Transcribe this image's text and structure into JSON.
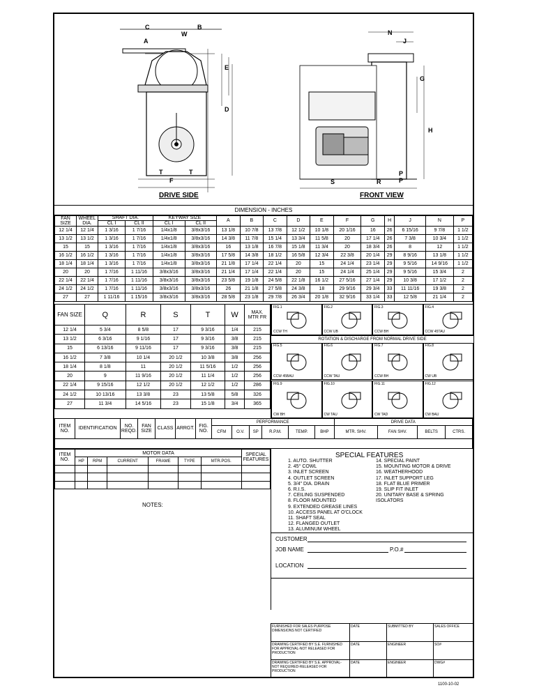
{
  "views": {
    "drive_side": "DRIVE SIDE",
    "front_view": "FRONT VIEW",
    "drive_letters": [
      "C",
      "B",
      "W",
      "A",
      "E",
      "D",
      "T",
      "T",
      "F"
    ],
    "front_letters": [
      "N",
      "J",
      "G",
      "H",
      "S",
      "R",
      "P",
      "P"
    ]
  },
  "dim_table": {
    "title": "DIMENSION - INCHES",
    "headers": {
      "fan_size": "FAN SIZE",
      "wheel_dia": "WHEEL DIA.",
      "shaft_dia": "SHAFT DIA.",
      "keyway_size": "KEYWAY SIZE",
      "cl1": "CL I",
      "cl2": "CL II",
      "letters": [
        "A",
        "B",
        "C",
        "D",
        "E",
        "F",
        "G",
        "H",
        "J",
        "N",
        "P"
      ]
    },
    "rows": [
      [
        "12 1/4",
        "12 1/4",
        "1 3/16",
        "1 7/16",
        "1/4x1/8",
        "3/8x3/16",
        "13 1/8",
        "10 7/8",
        "13 7/8",
        "12 1/2",
        "10 1/8",
        "20 1/16",
        "16",
        "26",
        "6 15/16",
        "9 7/8",
        "1 1/2"
      ],
      [
        "13 1/2",
        "13 1/2",
        "1 3/16",
        "1 7/16",
        "1/4x1/8",
        "3/8x3/16",
        "14 3/8",
        "11 7/8",
        "15 1/4",
        "13 3/4",
        "11 5/8",
        "20",
        "17 1/4",
        "26",
        "7 3/8",
        "10 3/4",
        "1 1/2"
      ],
      [
        "15",
        "15",
        "1 3/16",
        "1 7/16",
        "1/4x1/8",
        "3/8x3/16",
        "16",
        "13 1/8",
        "16 7/8",
        "15 1/8",
        "11 3/4",
        "20",
        "18 3/4",
        "26",
        "8",
        "12",
        "1 1/2"
      ],
      [
        "16 1/2",
        "16 1/2",
        "1 3/16",
        "1 7/16",
        "1/4x1/8",
        "3/8x3/16",
        "17 5/8",
        "14 3/8",
        "18 1/2",
        "16 5/8",
        "12 3/4",
        "22 3/8",
        "20 1/4",
        "29",
        "8 9/16",
        "13 1/8",
        "1 1/2"
      ],
      [
        "18 1/4",
        "18 1/4",
        "1 3/16",
        "1 7/16",
        "1/4x1/8",
        "3/8x3/16",
        "21 1/8",
        "17 1/4",
        "22 1/4",
        "20",
        "15",
        "24 1/4",
        "23 1/4",
        "29",
        "9 5/16",
        "14 9/16",
        "1 1/2"
      ],
      [
        "20",
        "20",
        "1 7/16",
        "1 11/16",
        "3/8x3/16",
        "3/8x3/16",
        "21 1/4",
        "17 1/4",
        "22 1/4",
        "20",
        "15",
        "24 1/4",
        "25 1/4",
        "29",
        "9 5/16",
        "15 3/4",
        "2"
      ],
      [
        "22 1/4",
        "22 1/4",
        "1 7/16",
        "1 11/16",
        "3/8x3/16",
        "3/8x3/16",
        "23 5/8",
        "19 1/8",
        "24 5/8",
        "22 1/8",
        "16 1/2",
        "27 5/16",
        "27 1/4",
        "29",
        "10 3/8",
        "17 1/2",
        "2"
      ],
      [
        "24 1/2",
        "24 1/2",
        "1 7/16",
        "1 11/16",
        "3/8x3/16",
        "3/8x3/16",
        "26",
        "21 1/8",
        "27 5/8",
        "24 3/8",
        "18",
        "29 9/16",
        "29 3/4",
        "33",
        "11 11/16",
        "19 3/8",
        "2"
      ],
      [
        "27",
        "27",
        "1 11/16",
        "1 15/16",
        "3/8x3/16",
        "3/8x3/16",
        "28 5/8",
        "23 1/8",
        "29 7/8",
        "26 3/4",
        "20 1/8",
        "32 9/16",
        "33 1/4",
        "33",
        "12 5/8",
        "21 1/4",
        "2"
      ]
    ]
  },
  "dim_table2": {
    "headers": [
      "FAN SIZE",
      "Q",
      "R",
      "S",
      "T",
      "W",
      "MAX. MTR FR"
    ],
    "rows": [
      [
        "12 1/4",
        "5 3/4",
        "8 5/8",
        "17",
        "9 3/16",
        "1/4",
        "215"
      ],
      [
        "13 1/2",
        "6 3/16",
        "9 1/16",
        "17",
        "9 3/16",
        "3/8",
        "215"
      ],
      [
        "15",
        "6 13/16",
        "9 11/16",
        "17",
        "9 3/16",
        "3/8",
        "215"
      ],
      [
        "16 1/2",
        "7 3/8",
        "10 1/4",
        "20 1/2",
        "10 3/8",
        "3/8",
        "256"
      ],
      [
        "18 1/4",
        "8 1/8",
        "11",
        "20 1/2",
        "11 5/16",
        "1/2",
        "256"
      ],
      [
        "20",
        "9",
        "11 9/16",
        "20 1/2",
        "11 1/4",
        "1/2",
        "256"
      ],
      [
        "22 1/4",
        "9 15/16",
        "12 1/2",
        "20 1/2",
        "12 1/2",
        "1/2",
        "286"
      ],
      [
        "24 1/2",
        "10 13/16",
        "13 3/8",
        "23",
        "13 5/8",
        "5/8",
        "326"
      ],
      [
        "27",
        "11 3/4",
        "14 5/16",
        "23",
        "15 1/8",
        "3/4",
        "365"
      ]
    ]
  },
  "figures": {
    "rotation_title": "ROTATION & DISCHARGE FROM NORMAL DRIVE SIDE",
    "items": [
      {
        "num": "FIG.1",
        "cap": "CCW TH"
      },
      {
        "num": "FIG.2",
        "cap": "CCW UB"
      },
      {
        "num": "FIG.3",
        "cap": "CCW BH"
      },
      {
        "num": "FIG.4",
        "cap": "CCW 45TAU"
      },
      {
        "num": "FIG.5",
        "cap": "CCW 45BAU"
      },
      {
        "num": "FIG.6",
        "cap": "CCW TAU"
      },
      {
        "num": "FIG.7",
        "cap": "CCW BH"
      },
      {
        "num": "FIG.8",
        "cap": "CW UB"
      },
      {
        "num": "FIG.9",
        "cap": "CW BH"
      },
      {
        "num": "FIG.10",
        "cap": "CW TAU"
      },
      {
        "num": "FIG.11",
        "cap": "CW TAD"
      },
      {
        "num": "FIG.12",
        "cap": "CW BAU"
      }
    ]
  },
  "order": {
    "item_no": "ITEM NO.",
    "identification": "IDENTIFICATION",
    "no_reqd": "NO. REQD.",
    "fan_size": "FAN SIZE",
    "class": "CLASS",
    "arrgt": "ARRGT.",
    "fig_no": "FIG. NO.",
    "performance": "PERFORMANCE",
    "perf_cols": [
      "CFM",
      "O.V.",
      "SP",
      "R.P.M.",
      "TEMP.",
      "BHP"
    ],
    "drive_data": "DRIVE DATA",
    "drive_cols": [
      "MTR. SHV.",
      "FAN SHV.",
      "BELTS",
      "CTRS."
    ]
  },
  "motor": {
    "item_no": "ITEM NO.",
    "motor_data": "MOTOR DATA",
    "cols": [
      "HP",
      "RPM",
      "CURRENT",
      "FRAME",
      "TYPE",
      "MTR.POS."
    ],
    "special": "SPECIAL FEATURES"
  },
  "special_features": {
    "title": "SPECIAL FEATURES",
    "left": [
      "1. AUTO. SHUTTER",
      "2. 45° COWL",
      "3. INLET SCREEN",
      "4. OUTLET SCREEN",
      "5. 3/4\" DIA. DRAIN",
      "6. R.I.S.",
      "7. CEILING SUSPENDED",
      "8. FLOOR MOUNTED",
      "9. EXTENDED GREASE LINES",
      "10. ACCESS PANEL AT    O'CLOCK",
      "11. SHAFT SEAL",
      "12. FLANGED OUTLET",
      "13. ALUMINUM WHEEL"
    ],
    "right": [
      "14. SPECIAL PAINT",
      "15. MOUNTING MOTOR & DRIVE",
      "16. WEATHERHOOD",
      "17. INLET SUPPORT LEG",
      "18. FLAT BLUE PRIMER",
      "19. SLIP FIT INLET",
      "20. UNITARY BASE & SPRING",
      "ISOLATORS"
    ]
  },
  "notes": "NOTES:",
  "customer": {
    "customer": "CUSTOMER",
    "job_name": "JOB NAME",
    "po": "P.O.#",
    "location": "LOCATION"
  },
  "titleblock": {
    "r1c1": "FURNISHED FOR SALES PURPOSE DIMENSIONS NOT CERTIFIED",
    "r2c1": "DRAWING CERTIFIED BY S.E. FURNISHED FOR APPROVAL-NOT RELEASED FOR PRODUCTION",
    "r3c1": "DRAWING CERTIFIED BY S.E. APPROVAL-NOT REQUIRED-RELEASED FOR PRODUCTION",
    "date": "DATE",
    "submitted_by": "SUBMITTED BY",
    "sales_office": "SALES OFFICE",
    "engineer": "ENGINEER",
    "so": "SO#",
    "dwg": "DWG#"
  },
  "doc_number": "1100-10-02"
}
